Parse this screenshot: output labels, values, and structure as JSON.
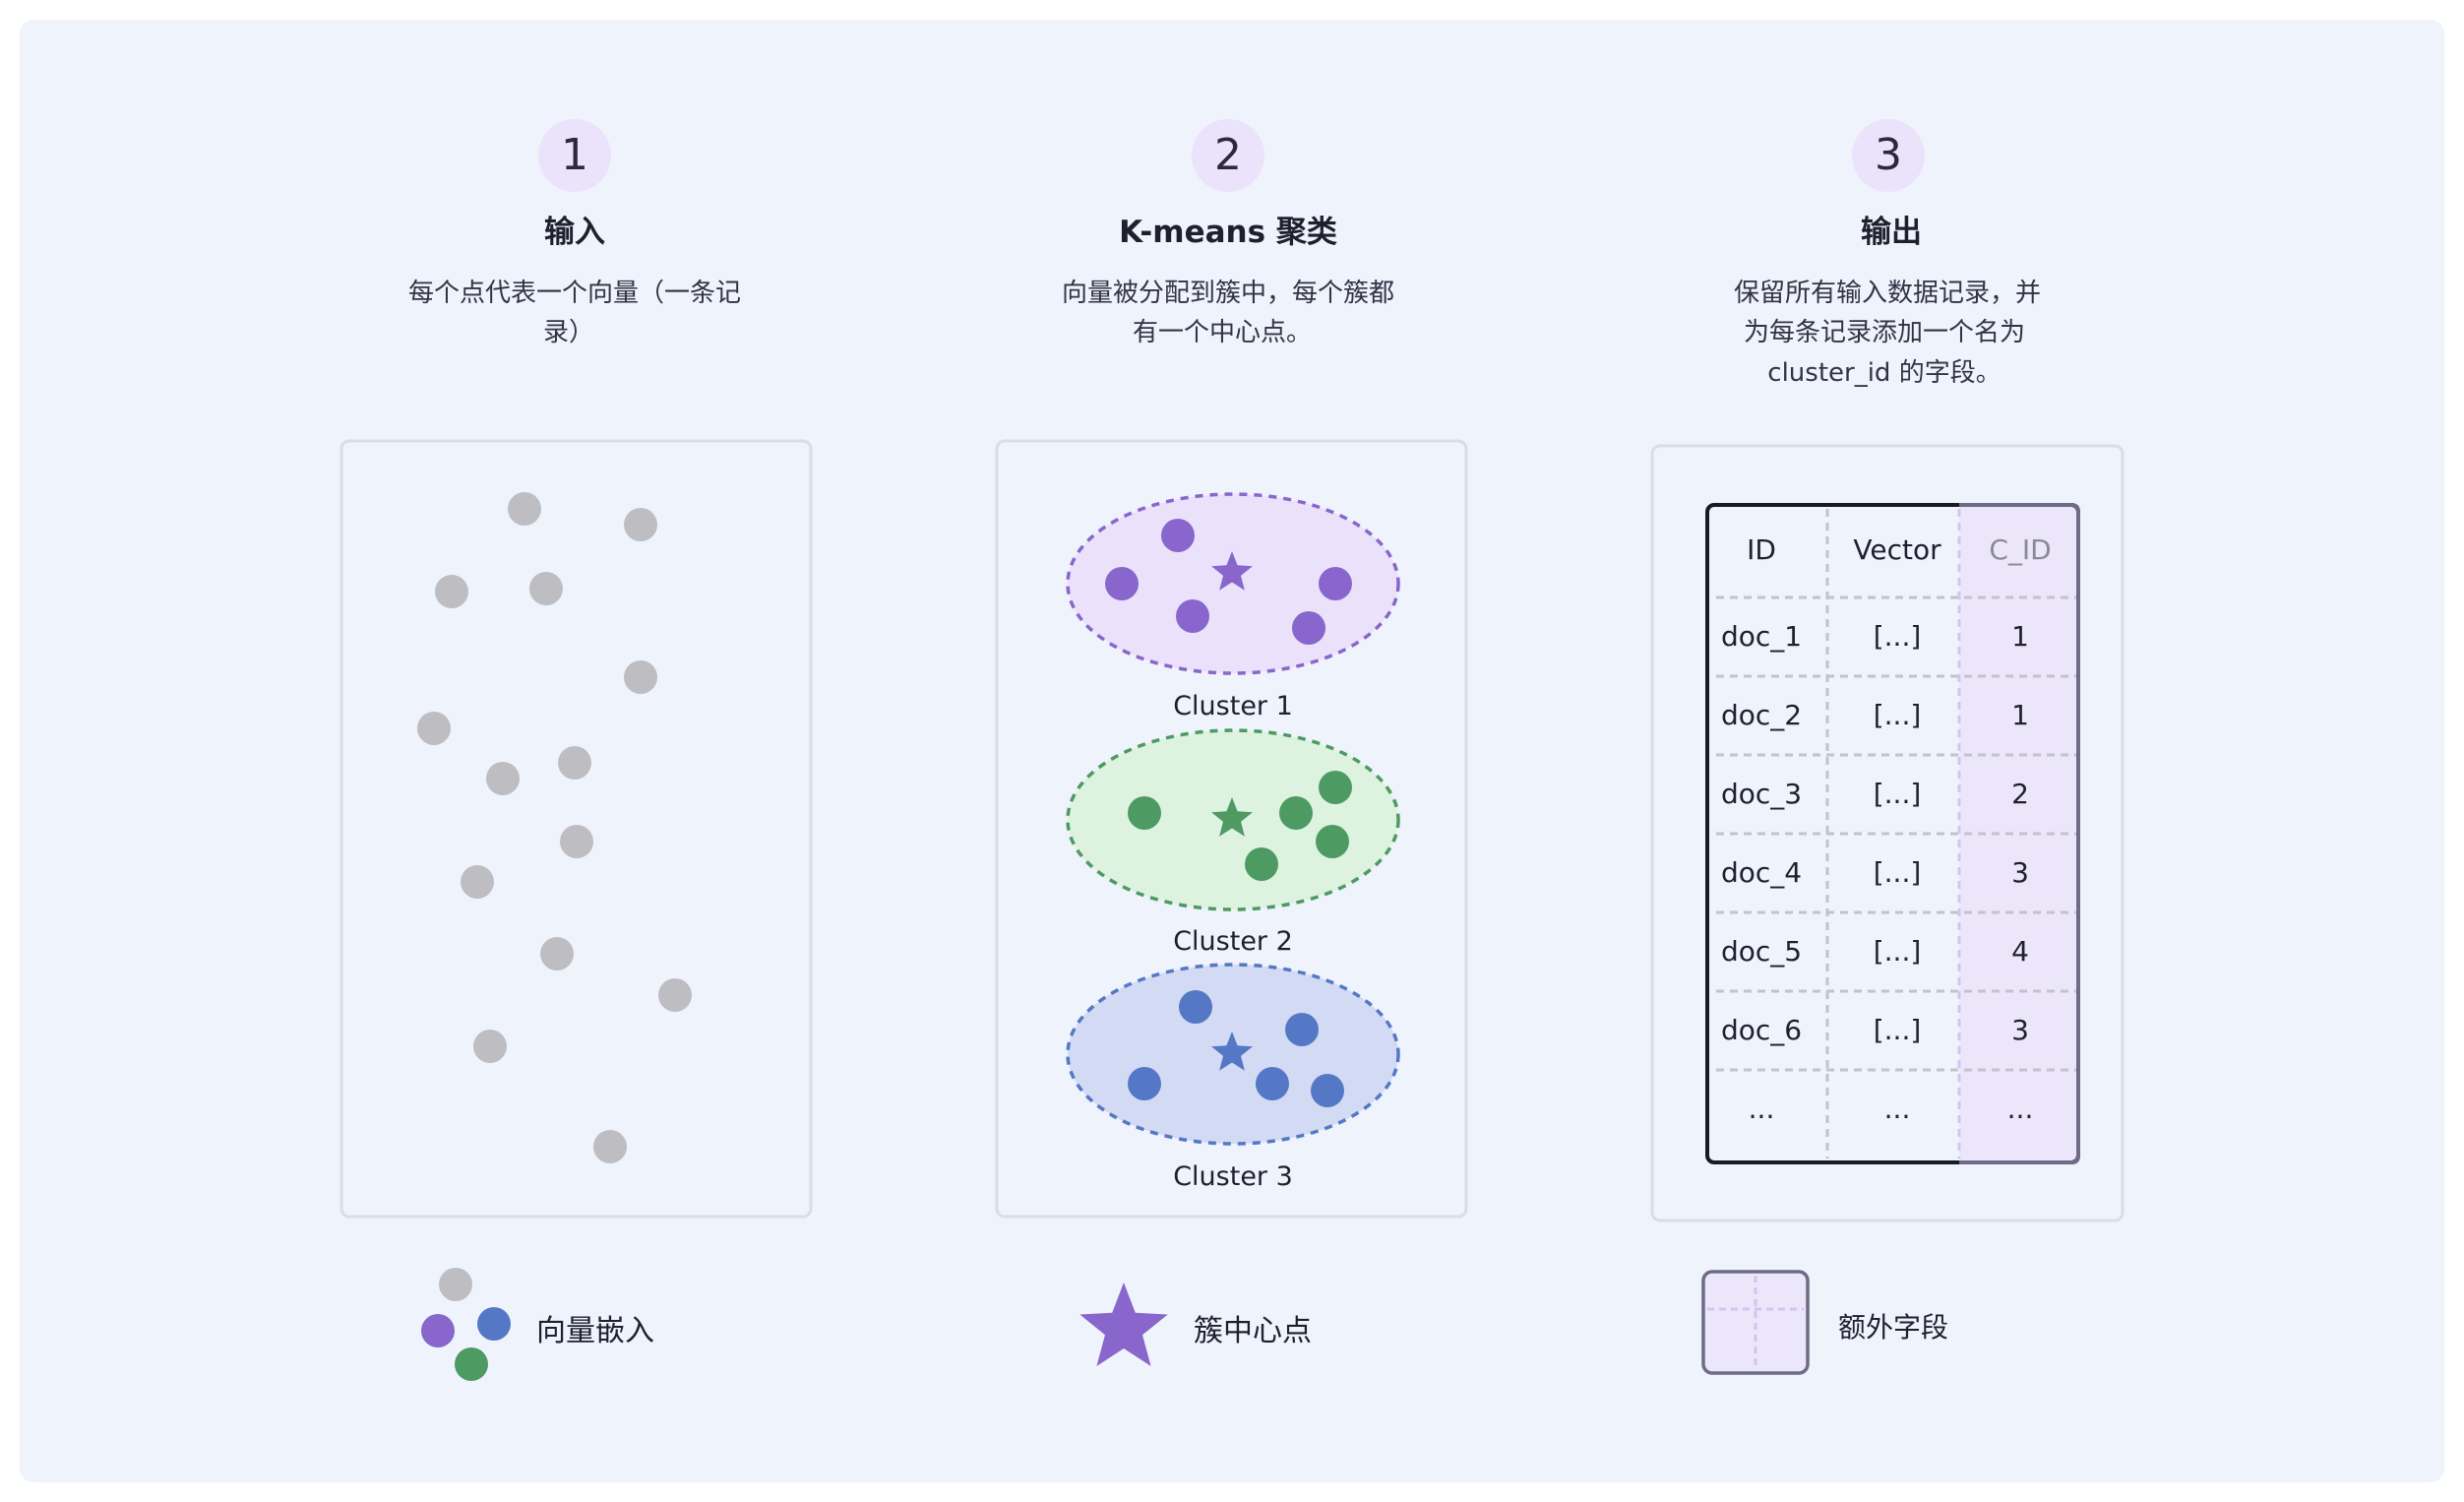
{
  "colors": {
    "background": "#ffffff",
    "panel": "#eff3fc",
    "box_border": "#dadce6",
    "gray_point": "#bdbdc2",
    "purple": "#8866cc",
    "purple_fill": "#ebe1fb",
    "green": "#4e9a63",
    "green_fill": "#ddf3df",
    "blue": "#5578c6",
    "blue_fill": "#d3daf3",
    "badge": "#ebe2fb",
    "extra_field": "#ece6fb",
    "text_dark": "#1f1f2e",
    "text_muted": "#8a8a96"
  },
  "steps": [
    {
      "number": "1",
      "title": "输入",
      "desc": [
        "每个点代表一个向量（一条记",
        "录）"
      ]
    },
    {
      "number": "2",
      "title": "K-means 聚类",
      "desc": [
        "向量被分配到簇中，每个簇都",
        "有一个中心点。"
      ]
    },
    {
      "number": "3",
      "title": "输出",
      "desc": [
        "保留所有输入数据记录，并",
        "为每条记录添加一个名为",
        "cluster_id 的字段。"
      ]
    }
  ],
  "input_points": [
    [
      533,
      517
    ],
    [
      651,
      533
    ],
    [
      459,
      601
    ],
    [
      555,
      598
    ],
    [
      651,
      688
    ],
    [
      441,
      740
    ],
    [
      511,
      791
    ],
    [
      584,
      775
    ],
    [
      586,
      855
    ],
    [
      485,
      896
    ],
    [
      566,
      969
    ],
    [
      686,
      1011
    ],
    [
      498,
      1063
    ],
    [
      620,
      1165
    ]
  ],
  "clusters": [
    {
      "name": "Cluster 1",
      "color_key": "purple",
      "centroid": [
        1252,
        582
      ],
      "points": [
        [
          1197,
          544
        ],
        [
          1140,
          593
        ],
        [
          1212,
          626
        ],
        [
          1357,
          593
        ],
        [
          1330,
          638
        ]
      ]
    },
    {
      "name": "Cluster 2",
      "color_key": "green",
      "centroid": [
        1252,
        832
      ],
      "points": [
        [
          1163,
          826
        ],
        [
          1317,
          826
        ],
        [
          1357,
          800
        ],
        [
          1354,
          855
        ],
        [
          1282,
          878
        ]
      ]
    },
    {
      "name": "Cluster 3",
      "color_key": "blue",
      "centroid": [
        1252,
        1070
      ],
      "points": [
        [
          1215,
          1023
        ],
        [
          1323,
          1046
        ],
        [
          1163,
          1101
        ],
        [
          1293,
          1101
        ],
        [
          1349,
          1108
        ]
      ]
    }
  ],
  "table": {
    "headers": [
      "ID",
      "Vector",
      "C_ID"
    ],
    "rows": [
      [
        "doc_1",
        "[...]",
        "1"
      ],
      [
        "doc_2",
        "[...]",
        "1"
      ],
      [
        "doc_3",
        "[...]",
        "2"
      ],
      [
        "doc_4",
        "[...]",
        "3"
      ],
      [
        "doc_5",
        "[...]",
        "4"
      ],
      [
        "doc_6",
        "[...]",
        "3"
      ],
      [
        "...",
        "...",
        "..."
      ]
    ]
  },
  "legend": {
    "embedding": "向量嵌入",
    "centroid": "簇中心点",
    "extra_field": "额外字段"
  }
}
